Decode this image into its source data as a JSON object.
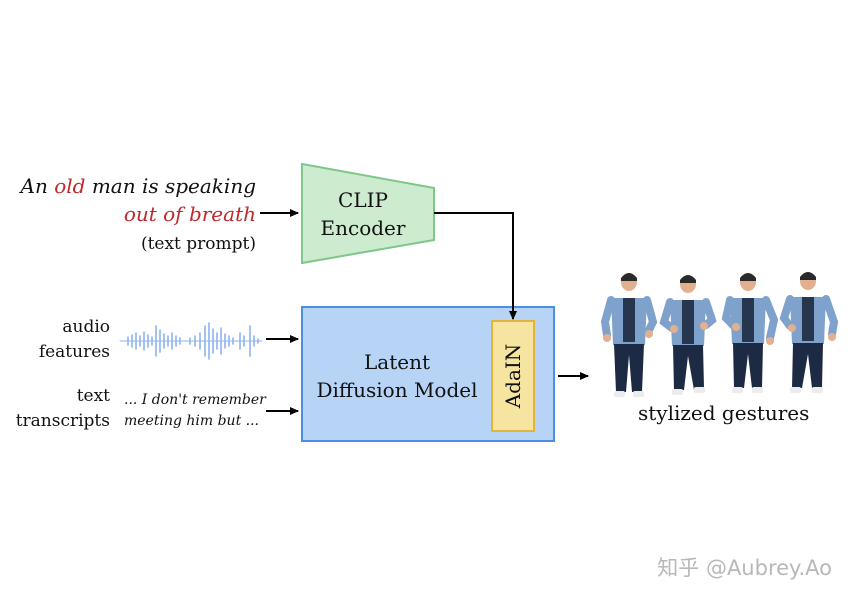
{
  "prompt": {
    "line1_pre": "An ",
    "line1_red": "old",
    "line1_post": " man is speaking",
    "line2": "out of breath",
    "caption": "(text prompt)"
  },
  "clip": {
    "line1": "CLIP",
    "line2": "Encoder"
  },
  "audio": {
    "line1": "audio",
    "line2": "features"
  },
  "text_input": {
    "line1": "text",
    "line2": "transcripts"
  },
  "transcript": {
    "line1": "... I don't remember",
    "line2": "meeting him but ..."
  },
  "ldm": {
    "line1": "Latent",
    "line2": "Diffusion Model"
  },
  "adain": {
    "label": "AdaIN"
  },
  "output": {
    "label": "stylized gestures"
  },
  "watermark": {
    "text": "知乎 @Aubrey.Ao"
  },
  "colors": {
    "clip_fill": "#cdeccf",
    "clip_stroke": "#7fc68a",
    "ldm_fill": "#b7d4f7",
    "ldm_stroke": "#4c8fe0",
    "adain_fill": "#f6e5a0",
    "adain_stroke": "#e2b43a",
    "accent_red": "#c0282b",
    "wave": "#8db4ef"
  }
}
